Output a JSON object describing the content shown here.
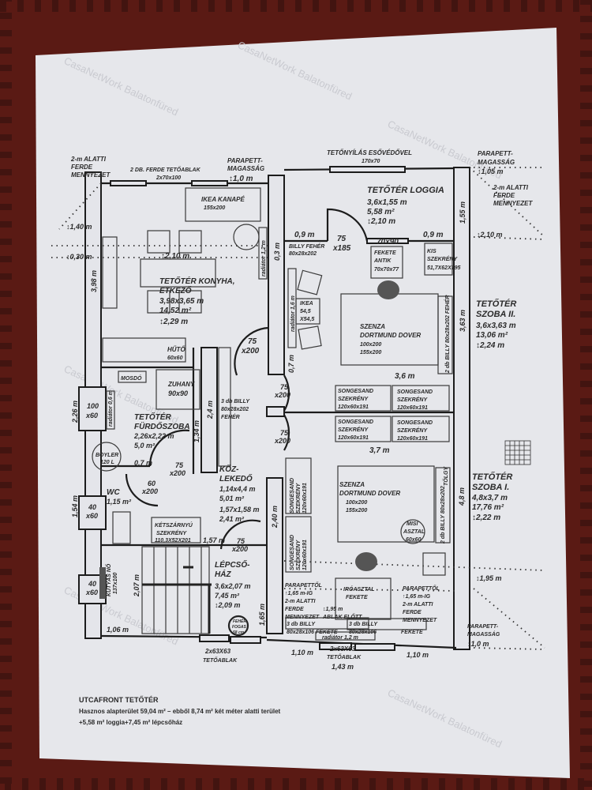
{
  "colors": {
    "paper": "#e6e7eb",
    "carpet": "#5a1a14",
    "ink": "#1c1c1c"
  },
  "watermark": "CasaNetWork Balatonfüred",
  "top_left": {
    "note": [
      "2-m ALATTI",
      "FERDE",
      "MENNYEZET"
    ],
    "window": "2 DB. FERDE TETŐABLAK",
    "window_size": "2x70x100",
    "parapet": [
      "PARAPETT-",
      "MAGASSÁG"
    ],
    "parapet_h": "↕1,0 m",
    "h140": "↕1,40 m",
    "h030": "↕0,30 m"
  },
  "kitchen": {
    "name": [
      "TETŐTÉR KONYHA,",
      "ETKEZŐ"
    ],
    "dims": "3,98x3,65 m",
    "area": "14,52 m²",
    "height": "↕2,29 m",
    "h210": "↕2,10 m",
    "len": "3,98 m",
    "sofa": [
      "IKEA KANAPÉ",
      "155x200"
    ],
    "radiator": "radiátor 1,2 m",
    "fridge": [
      "HŰTŐ",
      "60x60"
    ],
    "door": [
      "75",
      "x200"
    ],
    "wall": "0,3 m"
  },
  "loggia": {
    "skylight": "TETŐNYÍLÁS ESŐVÉDŐVEL",
    "skylight_size": "170x70",
    "name": "TETŐTÉR LOGGIA",
    "dims": "3,6x1,55 m",
    "area": "5,58 m²",
    "height": "↕2,10 m",
    "left": "0,9 m",
    "right": "0,9 m",
    "door": [
      "75",
      "x185"
    ],
    "window": "70x90",
    "parapet": [
      "PARAPETT-",
      "MAGASSÁG"
    ],
    "parapet_h": "↕1,05 m",
    "note": [
      "2-m ALATTI",
      "FERDE",
      "MENNYEZET"
    ],
    "h210": "↕2,10 m",
    "len": "1,55 m"
  },
  "room2": {
    "billy": [
      "BILLY FEHÉR",
      "80x28x202"
    ],
    "antik": [
      "FEKETE",
      "ANTIK",
      "70x70x77"
    ],
    "kis": [
      "KIS",
      "SZEKRÉNY",
      "51,7X62X195"
    ],
    "ikea": [
      "IKEA",
      "54,5",
      "X54,5"
    ],
    "radiator": "radiátor 1,6 m",
    "bed": [
      "SZENZA",
      "DORTMUND DOVER",
      "100x200",
      "155x200"
    ],
    "billy2": "2 db BILLY 80x28x202 FEHÉR",
    "len": "3,63 m",
    "name": [
      "TETŐTÉR",
      "SZOBA II."
    ],
    "dims": "3,6x3,63 m",
    "area": "13,06 m²",
    "height": "↕2,24 m",
    "wall07": "0,7 m",
    "width": "3,6 m"
  },
  "bath": {
    "mosdo": "MOSDÓ",
    "shower": [
      "ZUHANY",
      "90x90"
    ],
    "win": [
      "100",
      "x60"
    ],
    "len": "2,26 m",
    "radiator": "radiátor 0,6 m",
    "name": [
      "TETŐTÉR",
      "FÜRDŐSZOBA"
    ],
    "dims": "2,26x2,22 m",
    "area": "5,0 m²",
    "boiler": [
      "BOYLER",
      "120 L"
    ],
    "w07": "0,7 m",
    "l134": "1,34 m",
    "door": [
      "75",
      "x200"
    ]
  },
  "hall": {
    "l24": "2,4 m",
    "billy": [
      "3 db BILLY",
      "80x28x202",
      "FEHÉR"
    ],
    "door1": [
      "75",
      "x200"
    ],
    "door2": [
      "75",
      "x200"
    ],
    "name": [
      "KÖZ-",
      "LEKEDŐ"
    ],
    "d1": "1,14x4,4 m",
    "a1": "5,01 m²",
    "d2": "1,57x1,58 m",
    "a2": "2,41 m²",
    "wardrobe": [
      "KÉTSZÁRNYÚ",
      "SZEKRÉNY",
      "110,3X52X201"
    ],
    "l157": "1,57 m",
    "door3": [
      "75",
      "x200"
    ],
    "l240": "2,40 m"
  },
  "songesand": [
    "SONGESAND",
    "SZEKRÉNY",
    "120x60x191"
  ],
  "room1": {
    "width": "3,7 m",
    "bed": [
      "SZENZA",
      "DORTMUND DOVER",
      "100x200",
      "155x200"
    ],
    "tolgy": "TÖLGY",
    "billy": "2 db BILLY 80x28x202",
    "table": [
      "MISI",
      "ASZTAL",
      "60x60"
    ],
    "len": "4,8 m",
    "name": [
      "TETŐTÉR",
      "SZOBA I."
    ],
    "dims": "4,8x3,7 m",
    "area": "17,76 m²",
    "height": "↕2,22 m",
    "h195": "↕1,95 m",
    "para1": [
      "PARAPETTŐL",
      "↑1,65 m-IG",
      "2-m ALATTI",
      "FERDE",
      "MENNYEZET"
    ],
    "desk": [
      "IRÓASZTAL",
      "FEKETE"
    ],
    "desk_note": [
      "↕1,95 m",
      "ABLAK ELŐTT"
    ],
    "para2": [
      "PARAPETTŐL",
      "↑1,65 m-IG",
      "2-m ALATTI",
      "FERDE",
      "MENNYEZET"
    ],
    "billy3a": [
      "3 db BILLY",
      "80x28x106 FEKETE"
    ],
    "billy3b": [
      "3 db BILLY",
      "80x28x106",
      "FEKETE"
    ],
    "radiator": "radiátor 1,2 m",
    "skylight": [
      "2x63X63",
      "TETŐABLAK"
    ],
    "w143": "1,43 m",
    "l110a": "1,10 m",
    "l110b": "1,10 m",
    "parapet": [
      "PARAPETT-",
      "MAGASSÁG",
      "↕1,0 m"
    ]
  },
  "wc": {
    "name": "WC",
    "area": "1,15 m²",
    "door": [
      "60",
      "x200"
    ],
    "len": "1,54 m",
    "win": [
      "40",
      "x60"
    ]
  },
  "stairs": {
    "name": [
      "LÉPCSŐ-",
      "HÁZ"
    ],
    "dims": "3,6x2,07 m",
    "area": "7,45 m²",
    "height": "↕2,09 m",
    "hook": [
      "FEHÉR",
      "FOGAS",
      "58 cm"
    ],
    "picture": [
      "KUTYÁS NŐ",
      "137x100"
    ],
    "len": "2,07 m",
    "win": [
      "40",
      "x60"
    ],
    "w106": "1,06 m",
    "l165": "1,65 m",
    "skylight": [
      "2x63X63",
      "TETŐABLAK"
    ]
  },
  "caption": {
    "title": "UTCAFRONT TETŐTÉR",
    "line1": "Hasznos alapterület 59,04 m² – ebből 8,74 m² két méter alatti terület",
    "line2": "+5,58 m² loggia+7,45 m² lépcsőház"
  }
}
